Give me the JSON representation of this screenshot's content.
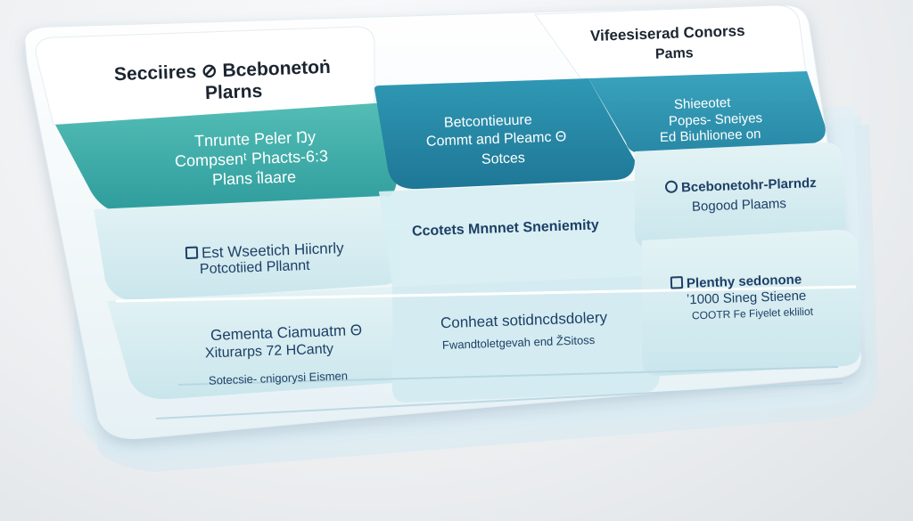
{
  "columns": [
    {
      "header": {
        "line1": "Secciires ⊘ Bcebonetoṅ",
        "line2": "Plarns"
      },
      "band": {
        "line1": "Tnrunte Peler Ŋy",
        "line2": "Compsenᵗ Phacts-6:3",
        "line3": "Plans ΐlaare"
      },
      "rows": [
        {
          "line1": "Est Wseetich Hiicnrly",
          "line2": "Potcotiied Pllannt"
        },
        {
          "line1": "Gementa Ciamuatm Θ",
          "line2": "Xiturarps 72 HCanty",
          "line3": "Sotecsie- cnigorysi Eismen"
        }
      ]
    },
    {
      "header": {
        "line1": "",
        "line2": ""
      },
      "band": {
        "line1": "Betcontieuure",
        "line2": "Commt and Pleamc Θ",
        "line3": "Sotces"
      },
      "rows": [
        {
          "line1": "Ccotets Mnnnet Sneniemity",
          "line2": ""
        },
        {
          "line1": "Conheat sotidncdsdolery",
          "line2": "Fwandtoletgevah end ŽSitoss"
        }
      ]
    },
    {
      "header": {
        "line1": "Vifeesiserad Conorss",
        "line2": "Pams"
      },
      "band": {
        "line1": "Shieeotet",
        "line2": "Popes- Sneiyes",
        "line3": "Ed Biuhlionee on"
      },
      "rows": [
        {
          "line1": "Bcebonetohr-Plarndz",
          "line2": "Bogood Plaams"
        },
        {
          "line1": "Plenthy sedonone",
          "line2": "ʼ1000 Sineg Stieene",
          "line3": "COOTR Fe Fiyelet ekliliot"
        }
      ]
    }
  ],
  "colors": {
    "teal_band": "#3ba9a6",
    "blue_band": "#2586a6",
    "row_fill": "#cfe9ee",
    "text_navy": "#1d3f66"
  }
}
